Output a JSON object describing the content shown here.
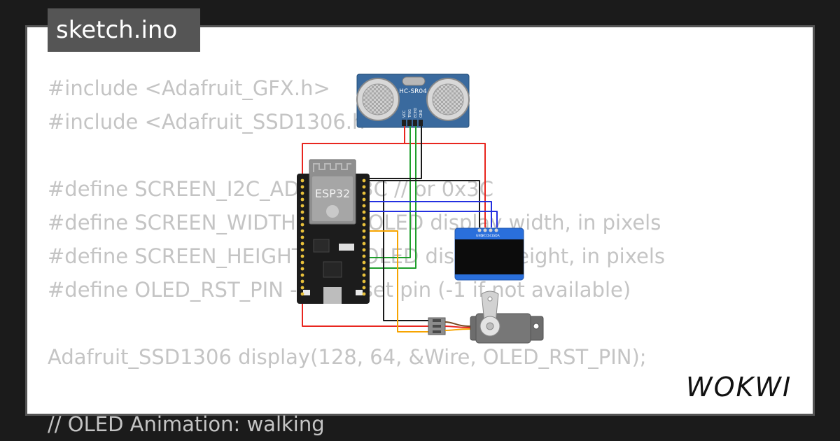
{
  "title": "sketch.ino",
  "code_lines": [
    "#include <Adafruit_GFX.h>",
    "#include <Adafruit_SSD1306.h>",
    "",
    "#define SCREEN_I2C_ADDR 0x3C // or 0x3C",
    "#define SCREEN_WIDTH 128 // OLED display width, in pixels",
    "#define SCREEN_HEIGHT 64 // OLED display height, in pixels",
    "#define OLED_RST_PIN -1 // Reset pin (-1 if not available)",
    "",
    "Adafruit_SSD1306 display(128, 64, &Wire, OLED_RST_PIN);",
    "",
    "// OLED Animation: walking"
  ],
  "components": {
    "sensor_label": "HC-SR04",
    "sensor_pins": [
      "VCC",
      "TRIG",
      "ECHO",
      "GND"
    ],
    "mcu_label": "ESP32",
    "oled_pins": [
      "GND",
      "VCC",
      "SCL",
      "SDA"
    ]
  },
  "wire_colors": {
    "power": "#e8261f",
    "ground": "#1a1a1a",
    "signal_green": "#1f9e2c",
    "i2c_blue": "#2430e0",
    "servo_orange": "#f7a400"
  },
  "logo": "WOKWI"
}
